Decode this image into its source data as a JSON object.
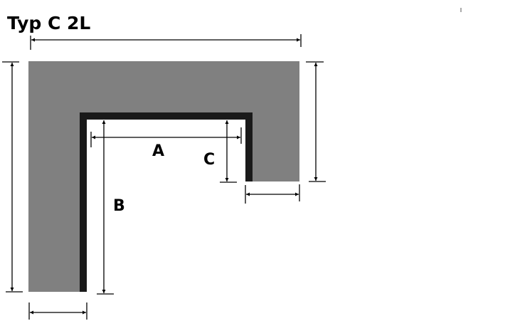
{
  "title": "Typ C 2L",
  "labels": {
    "a": "A",
    "b": "B",
    "c": "C"
  },
  "colors": {
    "profile_fill": "#808080",
    "edge": "#1a1a1a",
    "dimension": "#000000"
  }
}
